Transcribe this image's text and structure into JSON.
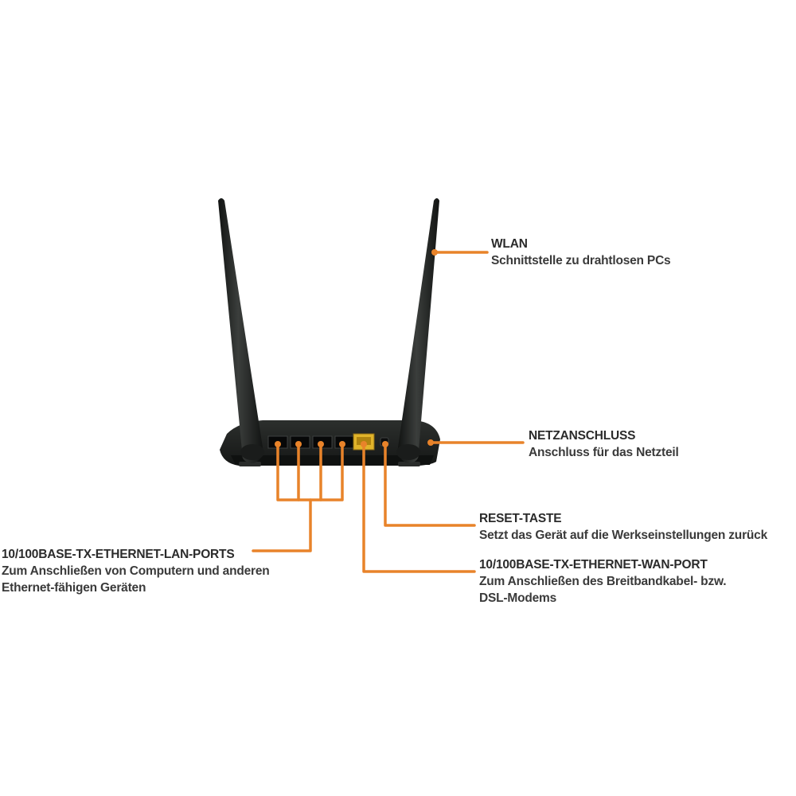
{
  "colors": {
    "callout": "#e8832a",
    "router_body": "#1f2120",
    "text": "#2b2b2b"
  },
  "callouts": {
    "wlan": {
      "title": "WLAN",
      "desc": "Schnittstelle zu drahtlosen PCs"
    },
    "power": {
      "title": "NETZANSCHLUSS",
      "desc": "Anschluss für das Netzteil"
    },
    "reset": {
      "title": "RESET-TASTE",
      "desc": "Setzt das Gerät auf die Werkseinstellungen zurück"
    },
    "wan": {
      "title": "10/100BASE-TX-ETHERNET-WAN-PORT",
      "desc_line1": "Zum Anschließen des Breitbandkabel- bzw.",
      "desc_line2": "DSL-Modems"
    },
    "lan": {
      "title": "10/100BASE-TX-ETHERNET-LAN-PORTS",
      "desc_line1": "Zum Anschließen von Computern und anderen",
      "desc_line2": "Ethernet-fähigen Geräten"
    }
  }
}
